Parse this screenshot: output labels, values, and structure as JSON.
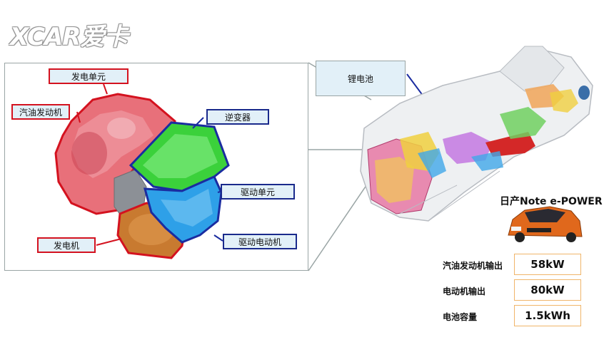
{
  "logo_text": "XCAR爱卡",
  "labels": {
    "generator_unit": "发电单元",
    "gasoline_engine": "汽油发动机",
    "inverter": "逆变器",
    "drive_unit": "驱动单元",
    "generator": "发电机",
    "drive_motor": "驱动电动机",
    "lithium_battery": "锂电池"
  },
  "model": "日产Note e-POWER",
  "specs": [
    {
      "name": "汽油发动机输出",
      "value": "58kW"
    },
    {
      "name": "电动机输出",
      "value": "80kW"
    },
    {
      "name": "电池容量",
      "value": "1.5kWh"
    }
  ],
  "colors": {
    "engine_red": "#d4121f",
    "inverter_green": "#3bd13b",
    "drive_blue": "#2ea0e8",
    "generator_orange": "#c87a30",
    "label_bg": "#e2f0f8",
    "spec_border": "#f0b56a"
  }
}
